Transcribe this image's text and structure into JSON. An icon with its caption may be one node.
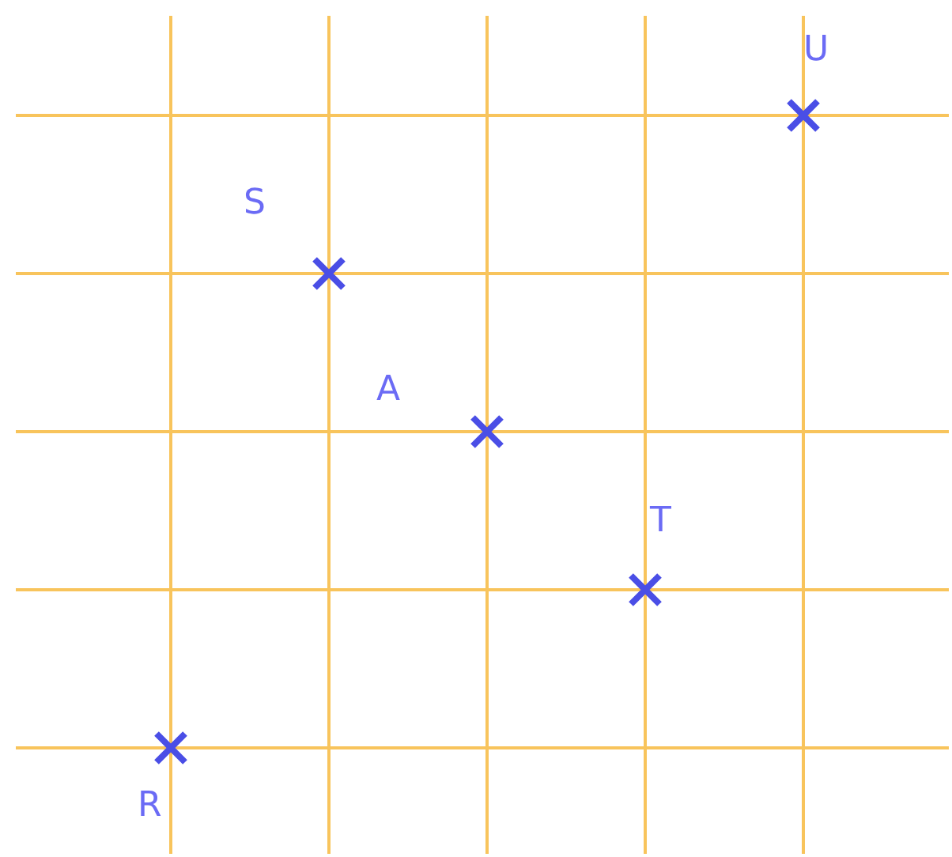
{
  "diagram": {
    "nodes": [
      {
        "text": [],
        "shape": "cross",
        "beside": [
          "U"
        ]
      },
      {
        "text": [],
        "shape": "cross",
        "beside": [
          "S"
        ]
      },
      {
        "text": [],
        "shape": "cross",
        "beside": [
          "A"
        ]
      },
      {
        "text": [],
        "shape": "cross",
        "beside": [
          "T"
        ]
      },
      {
        "text": [],
        "shape": "cross",
        "beside": [
          "R"
        ]
      }
    ]
  }
}
